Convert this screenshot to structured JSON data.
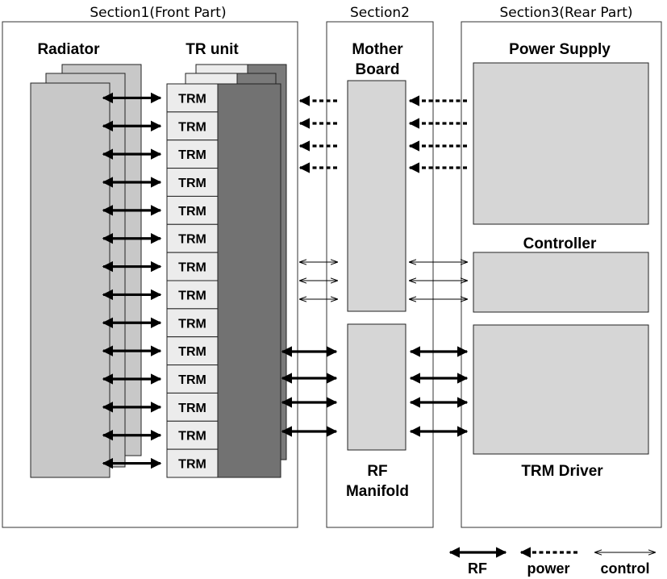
{
  "sections": [
    {
      "title": "Section1(Front Part)"
    },
    {
      "title": "Section2"
    },
    {
      "title": "Section3(Rear Part)"
    }
  ],
  "labels": {
    "radiator": "Radiator",
    "tr_unit": "TR unit",
    "mother_board_line1": "Mother",
    "mother_board_line2": "Board",
    "rf_manifold_line1": "RF",
    "rf_manifold_line2": "Manifold",
    "power_supply": "Power Supply",
    "controller": "Controller",
    "trm_driver": "TRM Driver"
  },
  "trm_modules": [
    "TRM",
    "TRM",
    "TRM",
    "TRM",
    "TRM",
    "TRM",
    "TRM",
    "TRM",
    "TRM",
    "TRM",
    "TRM",
    "TRM",
    "TRM",
    "TRM"
  ],
  "legend": {
    "rf": "RF",
    "power": "power",
    "control": "control"
  },
  "colors": {
    "panel_fill": "#c8c8c8",
    "box_fill": "#d6d6d6",
    "module_fill": "#ececec",
    "dark_fill": "#7a7a7a",
    "line": "#000000"
  }
}
